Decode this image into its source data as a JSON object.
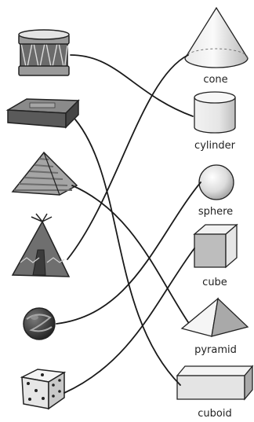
{
  "labels": {
    "cone": "cone",
    "cylinder": "cylinder",
    "sphere": "sphere",
    "cube": "cube",
    "pyramid": "pyramid",
    "cuboid": "cuboid"
  },
  "matches": [
    {
      "object": "drum",
      "shape": "cylinder"
    },
    {
      "object": "tin-box",
      "shape": "cuboid"
    },
    {
      "object": "pyramid-stack",
      "shape": "pyramid"
    },
    {
      "object": "tipi",
      "shape": "cone"
    },
    {
      "object": "ball",
      "shape": "sphere"
    },
    {
      "object": "dice",
      "shape": "cube"
    }
  ],
  "colors": {
    "line": "#1a1a1a",
    "outline": "#222222",
    "drum_body": "#6b6b6b",
    "drum_rim": "#d8d8d8",
    "box_top": "#8a8a8a",
    "box_side": "#5a5a5a",
    "pyramid_stripe_light": "#bdbdbd",
    "pyramid_stripe_dark": "#8f8f8f",
    "tipi": "#6f6f6f",
    "ball": "#3a3a3a",
    "dice": "#eeeeee",
    "shape_light": "#f4f4f4",
    "shape_mid": "#d6d6d6",
    "shape_dark": "#a9a9a9"
  }
}
